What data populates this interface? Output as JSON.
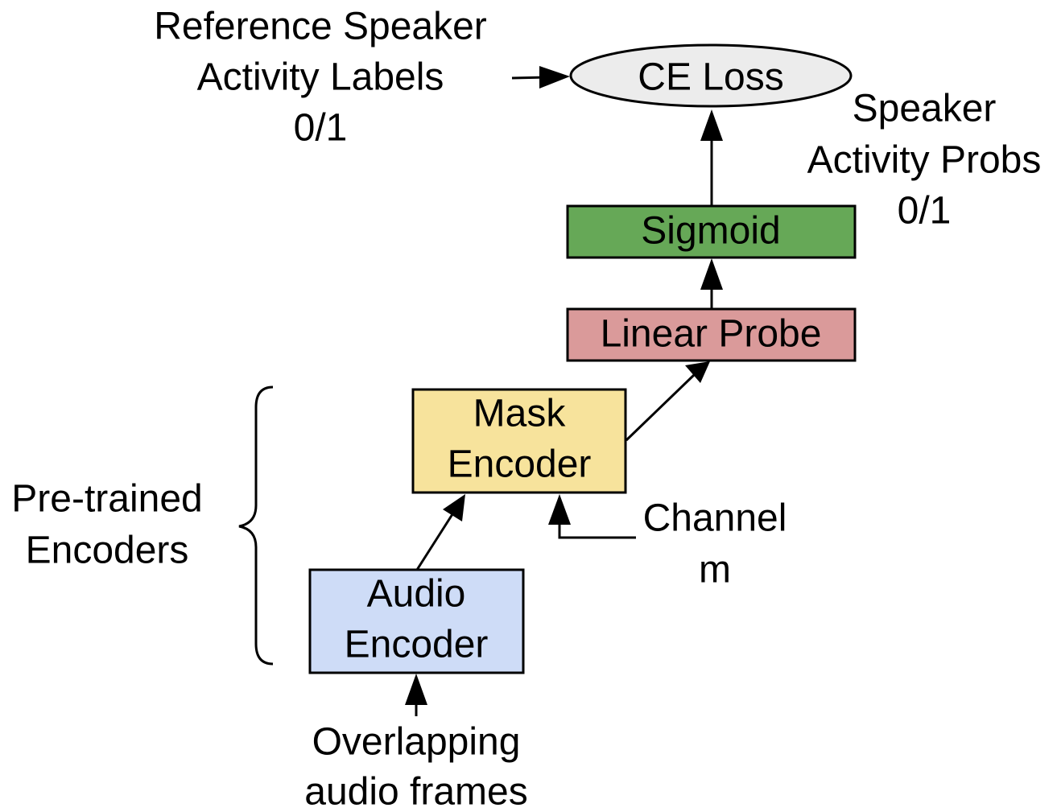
{
  "nodes": {
    "ce_loss": {
      "label": "CE Loss",
      "color": "#ececec"
    },
    "sigmoid": {
      "label": "Sigmoid",
      "color": "#66a857"
    },
    "linear_probe": {
      "label": "Linear Probe",
      "color": "#da9a9a"
    },
    "mask_encoder": {
      "line1": "Mask",
      "line2": "Encoder",
      "color": "#f7e39c"
    },
    "audio_encoder": {
      "line1": "Audio",
      "line2": "Encoder",
      "color": "#cedcf7"
    }
  },
  "labels": {
    "reference": {
      "line1": "Reference Speaker",
      "line2": "Activity Labels",
      "line3": "0/1"
    },
    "speaker_probs": {
      "line1": "Speaker",
      "line2": "Activity Probs",
      "line3": "0/1"
    },
    "pretrained": {
      "line1": "Pre-trained",
      "line2": "Encoders"
    },
    "channel": {
      "line1": "Channel",
      "line2": "m"
    },
    "input": {
      "line1": "Overlapping",
      "line2": "audio frames"
    }
  }
}
